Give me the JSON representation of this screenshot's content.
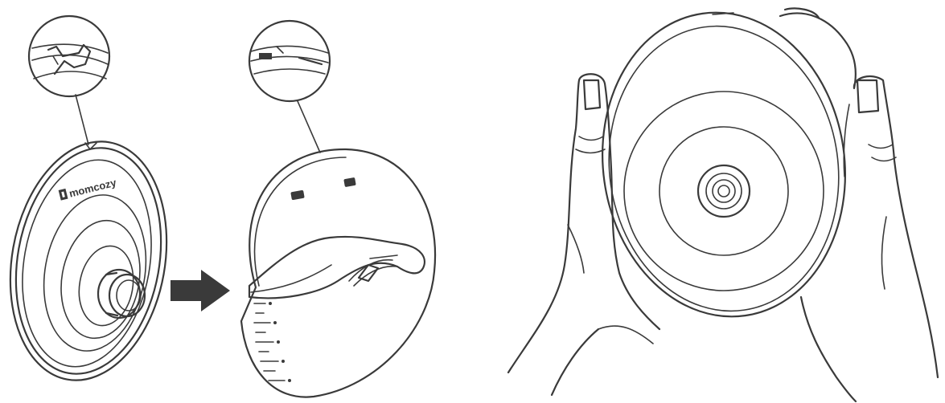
{
  "figure": {
    "brand_logo": {
      "text": "momcozy",
      "icon": "brand-mark-icon"
    },
    "step_arrow_icon": "right-arrow-icon",
    "panels": [
      {
        "id": "flange",
        "icon": "breast-flange-icon"
      },
      {
        "id": "collector",
        "icon": "milk-collector-cup-icon"
      },
      {
        "id": "hands",
        "icon": "hands-holding-pump-icon"
      }
    ]
  }
}
